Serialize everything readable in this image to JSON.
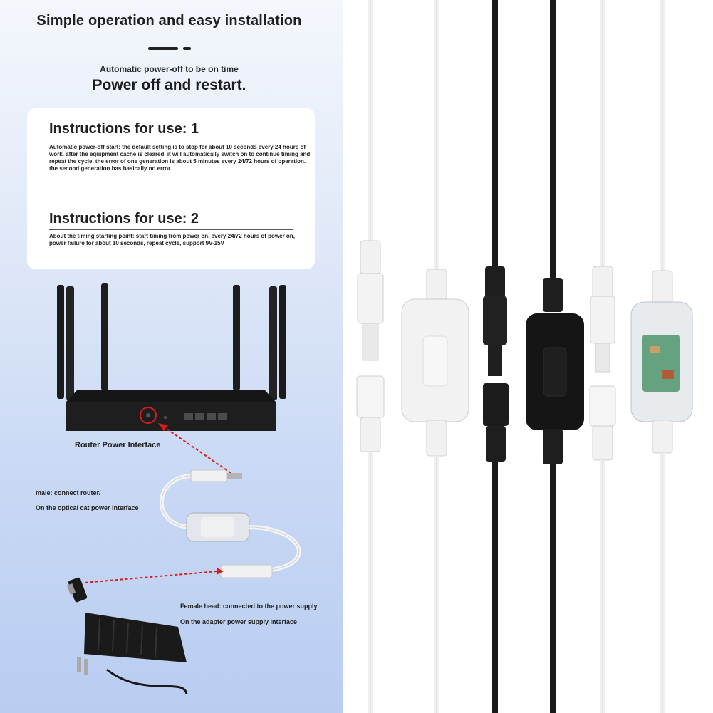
{
  "header": {
    "title": "Simple operation and easy installation",
    "subtitle": "Automatic power-off to be on time",
    "tagline": "Power off and restart."
  },
  "instructions": [
    {
      "title": "Instructions for use: 1",
      "body": "Automatic power-off start: the default setting is to stop for about 10 seconds every 24 hours of work. after the equipment cache is cleared, it will automatically switch on to continue timing and repeat the cycle. the error of one generation is about 5 minutes every 24/72 hours of operation. the second generation has basically no error."
    },
    {
      "title": "Instructions for use: 2",
      "body": "About the timing starting point: start timing from power on, every 24/72 hours of power on, power failure for about 10 seconds, repeat cycle, support 9V-15V"
    }
  ],
  "diagram": {
    "router_label": "Router Power Interface",
    "male_label_1": "male: connect router/",
    "male_label_2": "On the optical cat power interface",
    "female_label_1": "Female head: connected to the power supply",
    "female_label_2": "On the adapter power supply interface"
  },
  "colors": {
    "accent_red": "#d81b1b",
    "panel_blue": "#c7d7f4",
    "black_cable": "#1a1a1a",
    "white_cable": "#f2f2f2"
  },
  "products": [
    {
      "name": "white-cable-variant",
      "color": "white"
    },
    {
      "name": "black-cable-variant",
      "color": "black"
    },
    {
      "name": "clear-cable-variant",
      "color": "transparent"
    }
  ]
}
